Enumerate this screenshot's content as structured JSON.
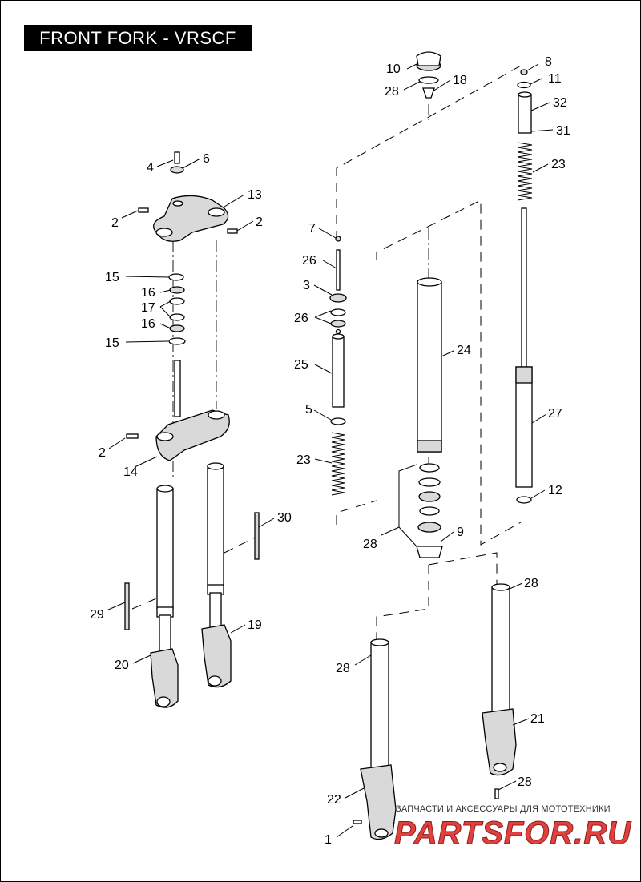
{
  "title": "FRONT FORK - VRSCF",
  "watermark": {
    "subtitle": "ЗАПЧАСТИ И АКСЕССУАРЫ ДЛЯ МОТОТЕХНИКИ",
    "logo": "PARTSFOR.RU",
    "logo_color": "#e0413f"
  },
  "callouts": [
    "10",
    "8",
    "11",
    "28",
    "18",
    "32",
    "31",
    "4",
    "6",
    "23",
    "13",
    "2",
    "2",
    "7",
    "26",
    "15",
    "3",
    "16",
    "17",
    "16",
    "26",
    "24",
    "15",
    "25",
    "5",
    "27",
    "2",
    "23",
    "14",
    "12",
    "30",
    "9",
    "28",
    "28",
    "29",
    "19",
    "20",
    "28",
    "21",
    "22",
    "28",
    "1"
  ]
}
